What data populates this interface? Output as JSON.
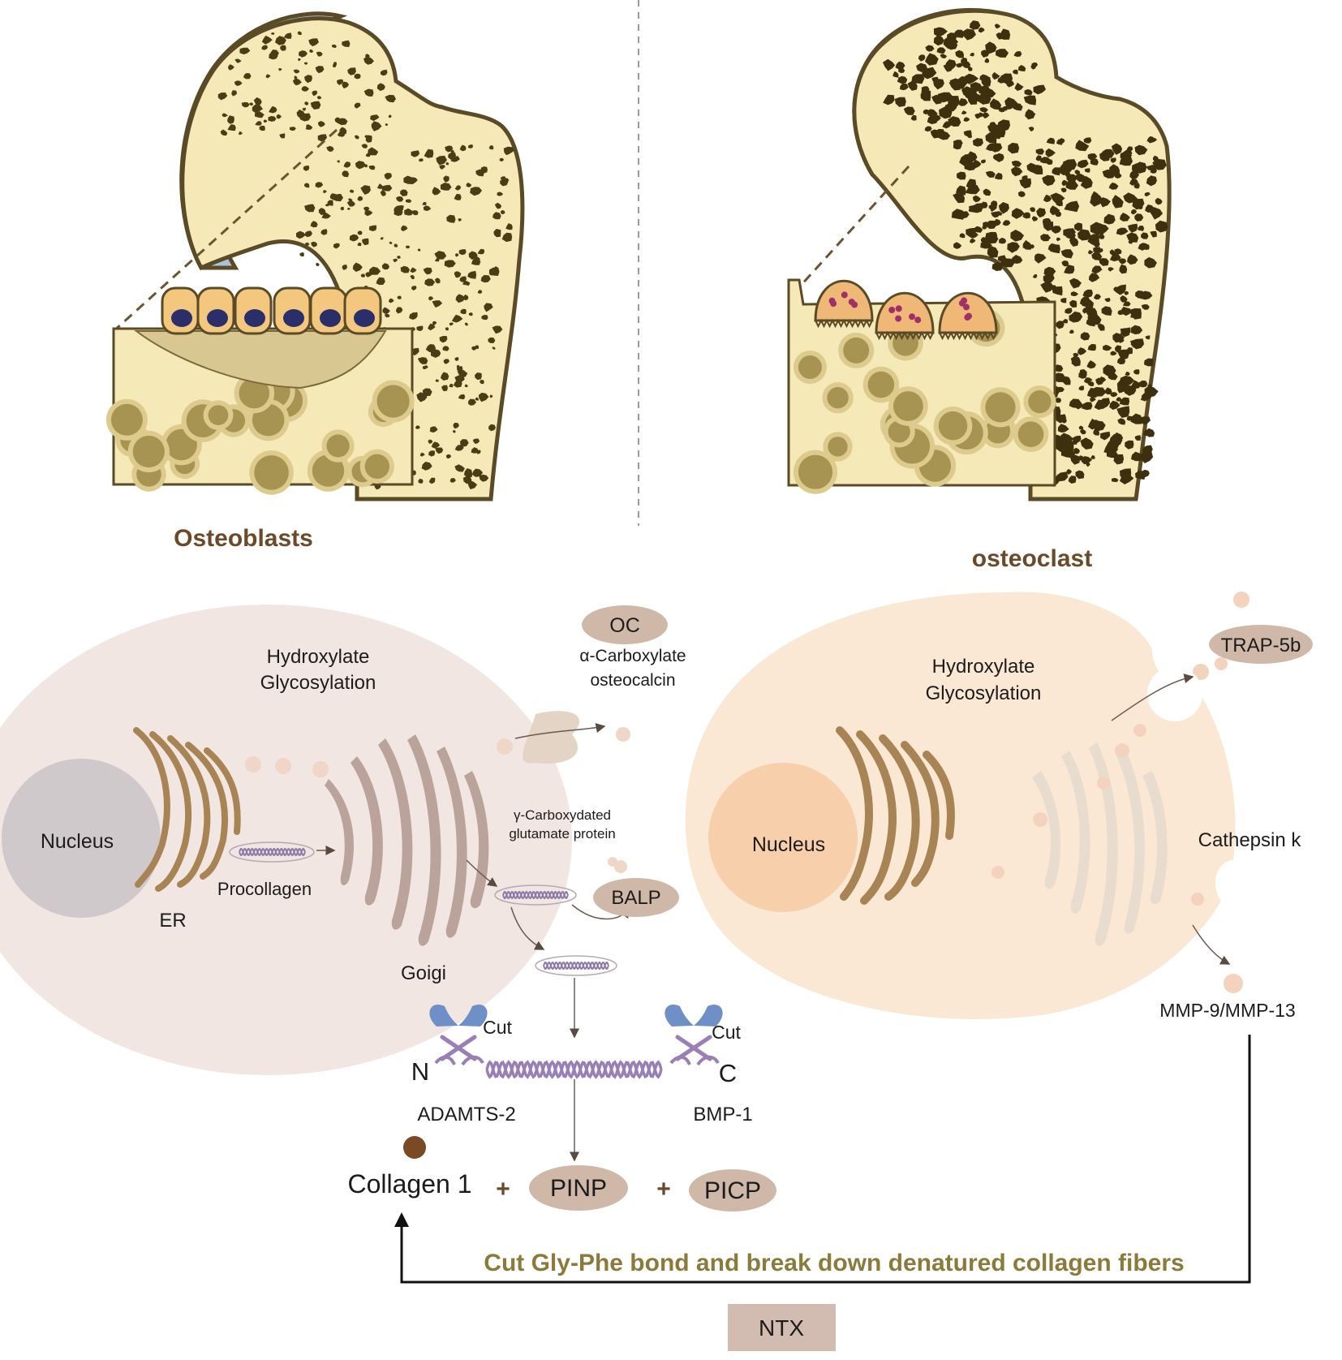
{
  "colors": {
    "bone_fill": "#f6e9b8",
    "bone_outline": "#5a4a25",
    "cartilage": "#a9c2d8",
    "pore": "#4a3c14",
    "osteoblast_cell": "#f3c77d",
    "osteoblast_nucleus": "#2a2f6a",
    "osteoid": "#d9c792",
    "osteoclast_cell": "#f0b877",
    "osteoclast_granule": "#a0306a",
    "cell_left": "#f1e6e1",
    "cell_right": "#fbe8d4",
    "nucleus_left": "#cfc9cc",
    "nucleus_right": "#f7cfaa",
    "er_brown": "#a88454",
    "golgi": "#b9a39a",
    "oval_tag": "#cfb8a8",
    "label_brown": "#6b4a2a",
    "footer_olive": "#8b7a3a",
    "ntx_box": "#d2bbb0",
    "enzyme_blue": "#6f8fc7",
    "enzyme_purple": "#9a7fb6"
  },
  "panels": {
    "osteoblasts": {
      "title": "Osteoblasts"
    },
    "osteoclast": {
      "title": "osteoclast"
    }
  },
  "left_cell": {
    "process_line1": "Hydroxylate",
    "process_line2": "Glycosylation",
    "nucleus": "Nucleus",
    "er": "ER",
    "procollagen": "Procollagen",
    "golgi": "Goigi",
    "oc_tag": "OC",
    "oc_desc_line1": "α-Carboxylate",
    "oc_desc_line2": "osteocalcin",
    "gla_line1": "γ-Carboxydated",
    "gla_line2": "glutamate protein",
    "balp_tag": "BALP"
  },
  "right_cell": {
    "process_line1": "Hydroxylate",
    "process_line2": "Glycosylation",
    "nucleus": "Nucleus",
    "trap_tag": "TRAP-5b",
    "cathepsin": "Cathepsin k",
    "mmp": "MMP-9/MMP-13"
  },
  "cleavage": {
    "cut_left": "Cut",
    "cut_right": "Cut",
    "n_term": "N",
    "c_term": "C",
    "enzyme_left": "ADAMTS-2",
    "enzyme_right": "BMP-1"
  },
  "products": {
    "collagen": "Collagen 1",
    "plus1": "+",
    "pinp": "PINP",
    "plus2": "+",
    "picp": "PICP"
  },
  "footer": {
    "statement": "Cut Gly-Phe bond and break down denatured collagen fibers",
    "ntx": "NTX"
  }
}
